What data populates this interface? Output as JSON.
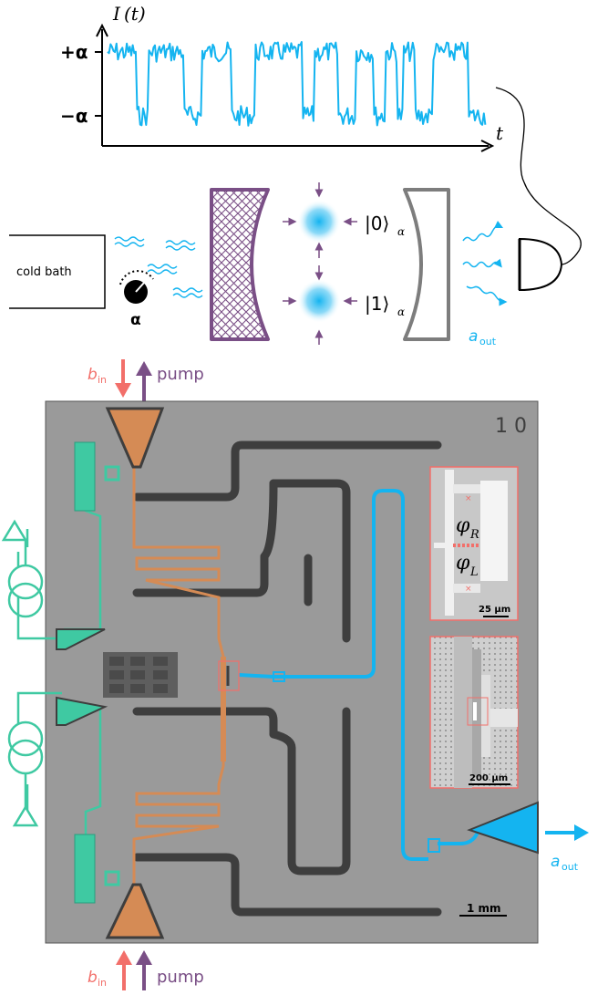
{
  "colors": {
    "signal": "#14b4f0",
    "purple": "#7a4f86",
    "salmon": "#f26f6a",
    "teal": "#3fc9a2",
    "chip_bg": "#9a9a9a",
    "orange": "#d58b55",
    "dark": "#3e3e3e",
    "mirror_gray": "#7d7d7d"
  },
  "trace_plot": {
    "ylabel_I": "I",
    "ylabel_t": "(t)",
    "tick_plus": "+α",
    "tick_minus": "−α",
    "xlabel": "t",
    "trace": [
      1,
      1,
      1,
      1,
      1,
      0,
      0,
      1,
      1,
      1,
      1,
      1,
      1,
      0,
      0,
      0,
      1,
      1,
      1,
      1,
      1,
      0,
      0,
      0,
      0,
      1,
      1,
      1,
      1,
      1,
      1,
      1,
      1,
      0,
      0,
      1,
      1,
      1,
      1,
      0,
      0,
      0,
      1,
      1,
      1,
      0,
      0,
      1,
      1,
      0,
      1,
      1,
      0,
      0,
      0,
      1,
      1,
      1,
      1,
      1,
      1,
      0,
      0,
      0
    ]
  },
  "schematic": {
    "bath_label": "cold bath",
    "alpha_label": "α",
    "state0_ket": "|0⟩",
    "state0_sub": "α",
    "state1_ket": "|1⟩",
    "state1_sub": "α",
    "aout_main": "a",
    "aout_sub": "out"
  },
  "chip": {
    "bin_main": "b",
    "bin_sub": "in",
    "pump_label": "pump",
    "chip_id": "1 0",
    "inset1_phi_R": "φ",
    "inset1_phi_R_sub": "R",
    "inset1_phi_L": "φ",
    "inset1_phi_L_sub": "L",
    "inset1_scale": "25 μm",
    "inset2_scale": "200 μm",
    "scale_bar": "1 mm",
    "aout_main": "a",
    "aout_sub": "out"
  }
}
